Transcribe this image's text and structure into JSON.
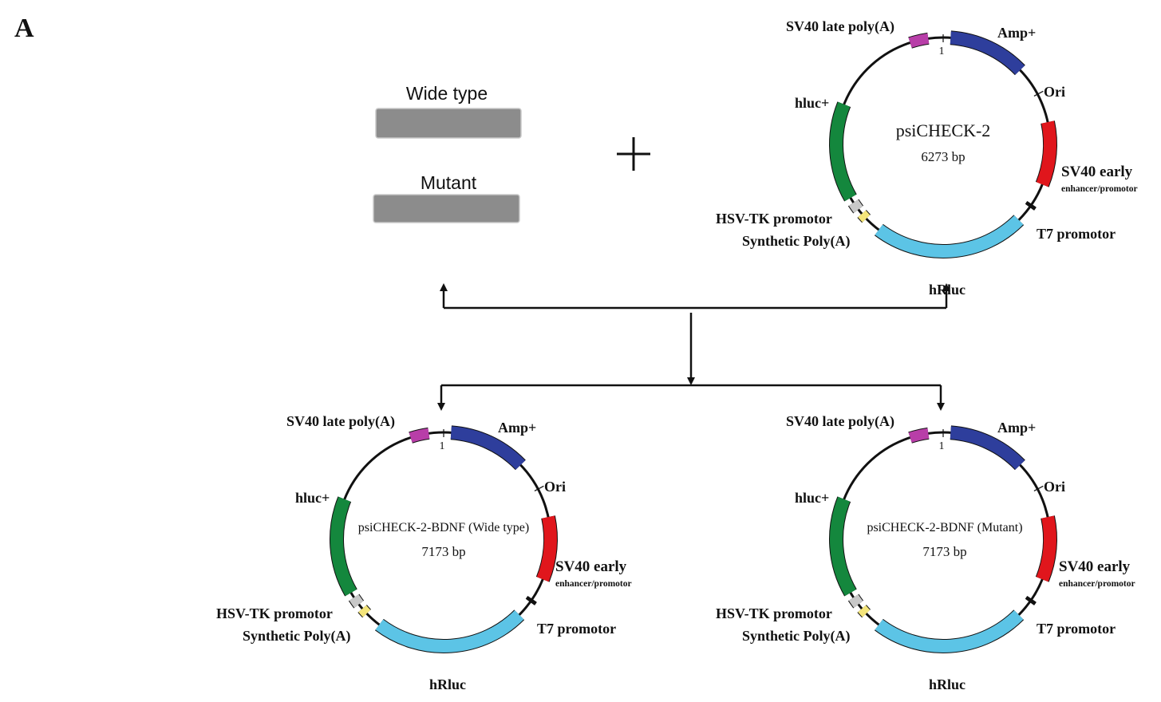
{
  "panel_label": "A",
  "inserts": {
    "wild": "Wide type",
    "mutant": "Mutant"
  },
  "plus_sign": "+",
  "plasmids": {
    "top": {
      "name": "psiCHECK-2",
      "size": "6273 bp",
      "origin_mark": "1",
      "labels": {
        "sv40_late": "SV40 late poly(A)",
        "amp": "Amp+",
        "ori": "Ori",
        "hluc": "hluc+",
        "sv40_early": "SV40 early",
        "sv40_early_sub": "enhancer/promotor",
        "hsv_tk": "HSV-TK promotor",
        "syn_polya": "Synthetic Poly(A)",
        "t7": "T7 promotor",
        "hrluc": "hRluc"
      }
    },
    "left": {
      "name": "psiCHECK-2-BDNF (Wide type)",
      "size": "7173 bp",
      "origin_mark": "1",
      "labels": {
        "sv40_late": "SV40 late poly(A)",
        "amp": "Amp+",
        "ori": "Ori",
        "hluc": "hluc+",
        "sv40_early": "SV40 early",
        "sv40_early_sub": "enhancer/promotor",
        "hsv_tk": "HSV-TK promotor",
        "syn_polya": "Synthetic Poly(A)",
        "t7": "T7 promotor",
        "hrluc": "hRluc"
      }
    },
    "right": {
      "name": "psiCHECK-2-BDNF (Mutant)",
      "size": "7173 bp",
      "origin_mark": "1",
      "labels": {
        "sv40_late": "SV40 late poly(A)",
        "amp": "Amp+",
        "ori": "Ori",
        "hluc": "hluc+",
        "sv40_early": "SV40 early",
        "sv40_early_sub": "enhancer/promotor",
        "hsv_tk": "HSV-TK promotor",
        "syn_polya": "Synthetic Poly(A)",
        "t7": "T7 promotor",
        "hrluc": "hRluc"
      }
    }
  },
  "colors": {
    "hluc": "#14873d",
    "amp": "#2e3e9c",
    "sv40_early": "#e0161c",
    "hrluc": "#5cc4e6",
    "sv40_late": "#b83ea8",
    "hsv_tk": "#c8c8c8",
    "syn_polya": "#f4e57a",
    "insert_bar": "#8c8c8c"
  }
}
